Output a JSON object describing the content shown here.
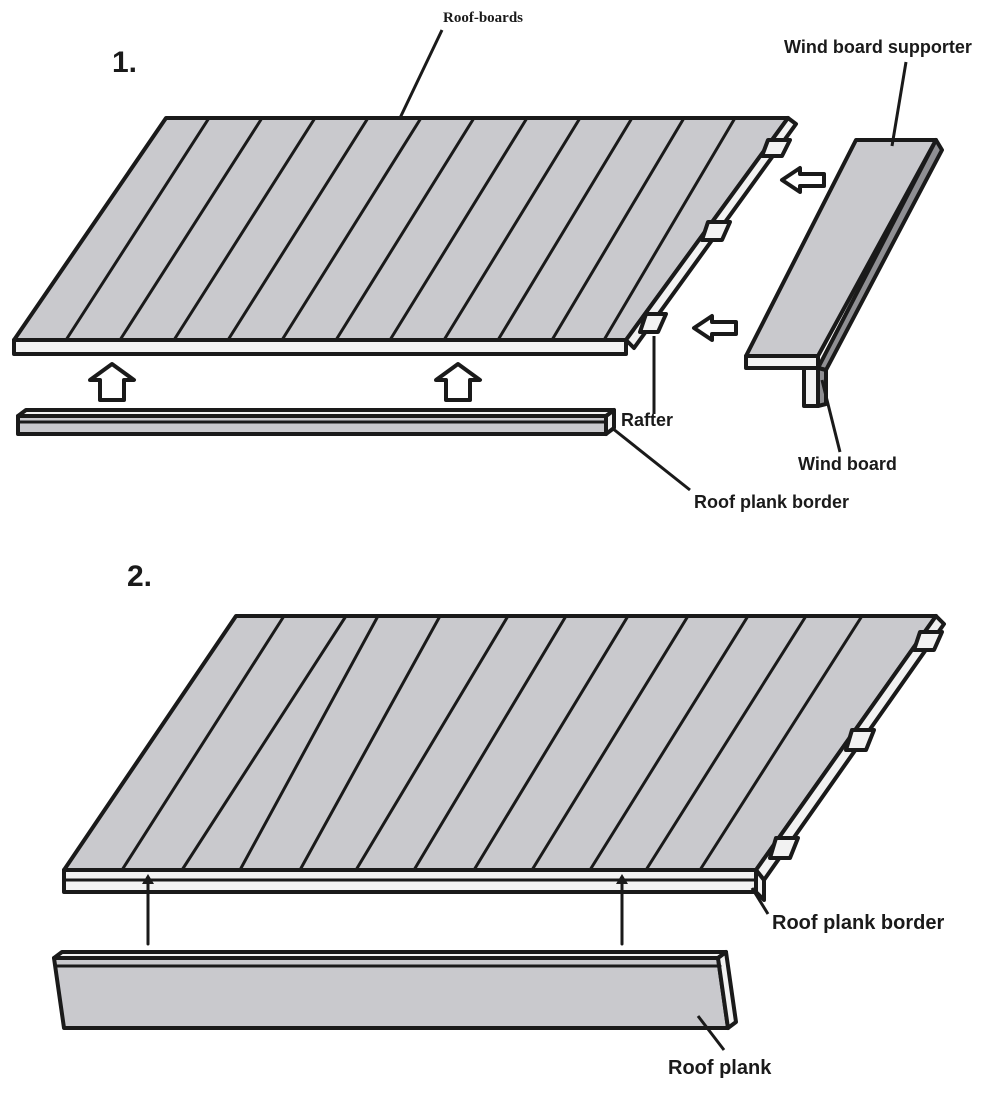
{
  "steps": [
    "1.",
    "2."
  ],
  "labels": {
    "roof_boards": "Roof-boards",
    "wind_board_supporter": "Wind board supporter",
    "rafter": "Rafter",
    "wind_board": "Wind board",
    "roof_plank_border_1": "Roof plank border",
    "roof_plank_border_2": "Roof plank border",
    "roof_plank": "Roof plank"
  },
  "colors": {
    "board_fill": "#c9c9cd",
    "edge_fill": "#f2f2f2",
    "shadow_fill": "#8f8f93",
    "line": "#1a1a1a",
    "background": "#ffffff"
  },
  "icons": {
    "assembly_arrow": "hollow-arrow",
    "insert_arrow": "thin-arrow"
  }
}
